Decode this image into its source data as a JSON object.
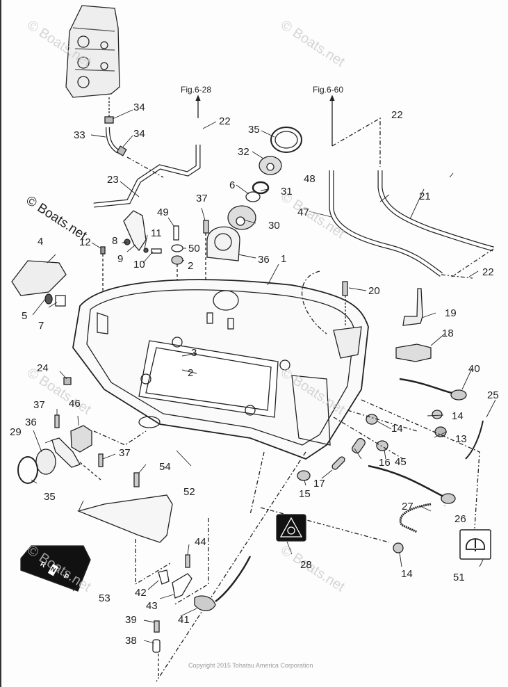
{
  "diagram": {
    "title": "Lower Cowl Parts Diagram",
    "copyright": "Copyright 2015 Tohatsu America Corporation",
    "watermark": "© Boats.net",
    "figure_refs": [
      {
        "id": "fig-6-28",
        "text": "Fig.6-28"
      },
      {
        "id": "fig-6-60",
        "text": "Fig.6-60"
      }
    ],
    "callouts": [
      {
        "n": "1"
      },
      {
        "n": "2"
      },
      {
        "n": "2"
      },
      {
        "n": "3"
      },
      {
        "n": "4"
      },
      {
        "n": "5"
      },
      {
        "n": "6"
      },
      {
        "n": "7"
      },
      {
        "n": "8"
      },
      {
        "n": "9"
      },
      {
        "n": "10"
      },
      {
        "n": "11"
      },
      {
        "n": "12"
      },
      {
        "n": "13"
      },
      {
        "n": "14"
      },
      {
        "n": "14"
      },
      {
        "n": "14"
      },
      {
        "n": "15"
      },
      {
        "n": "16"
      },
      {
        "n": "17"
      },
      {
        "n": "18"
      },
      {
        "n": "19"
      },
      {
        "n": "20"
      },
      {
        "n": "21"
      },
      {
        "n": "22"
      },
      {
        "n": "22"
      },
      {
        "n": "22"
      },
      {
        "n": "23"
      },
      {
        "n": "24"
      },
      {
        "n": "25"
      },
      {
        "n": "26"
      },
      {
        "n": "27"
      },
      {
        "n": "28"
      },
      {
        "n": "29"
      },
      {
        "n": "30"
      },
      {
        "n": "31"
      },
      {
        "n": "32"
      },
      {
        "n": "33"
      },
      {
        "n": "34"
      },
      {
        "n": "34"
      },
      {
        "n": "35"
      },
      {
        "n": "35"
      },
      {
        "n": "36"
      },
      {
        "n": "36"
      },
      {
        "n": "37"
      },
      {
        "n": "37"
      },
      {
        "n": "37"
      },
      {
        "n": "38"
      },
      {
        "n": "39"
      },
      {
        "n": "40"
      },
      {
        "n": "41"
      },
      {
        "n": "42"
      },
      {
        "n": "43"
      },
      {
        "n": "44"
      },
      {
        "n": "45"
      },
      {
        "n": "46"
      },
      {
        "n": "47"
      },
      {
        "n": "48"
      },
      {
        "n": "49"
      },
      {
        "n": "50"
      },
      {
        "n": "51"
      },
      {
        "n": "52"
      },
      {
        "n": "53"
      },
      {
        "n": "54"
      }
    ],
    "decal_53_letters": [
      "R",
      "N",
      "F"
    ]
  }
}
